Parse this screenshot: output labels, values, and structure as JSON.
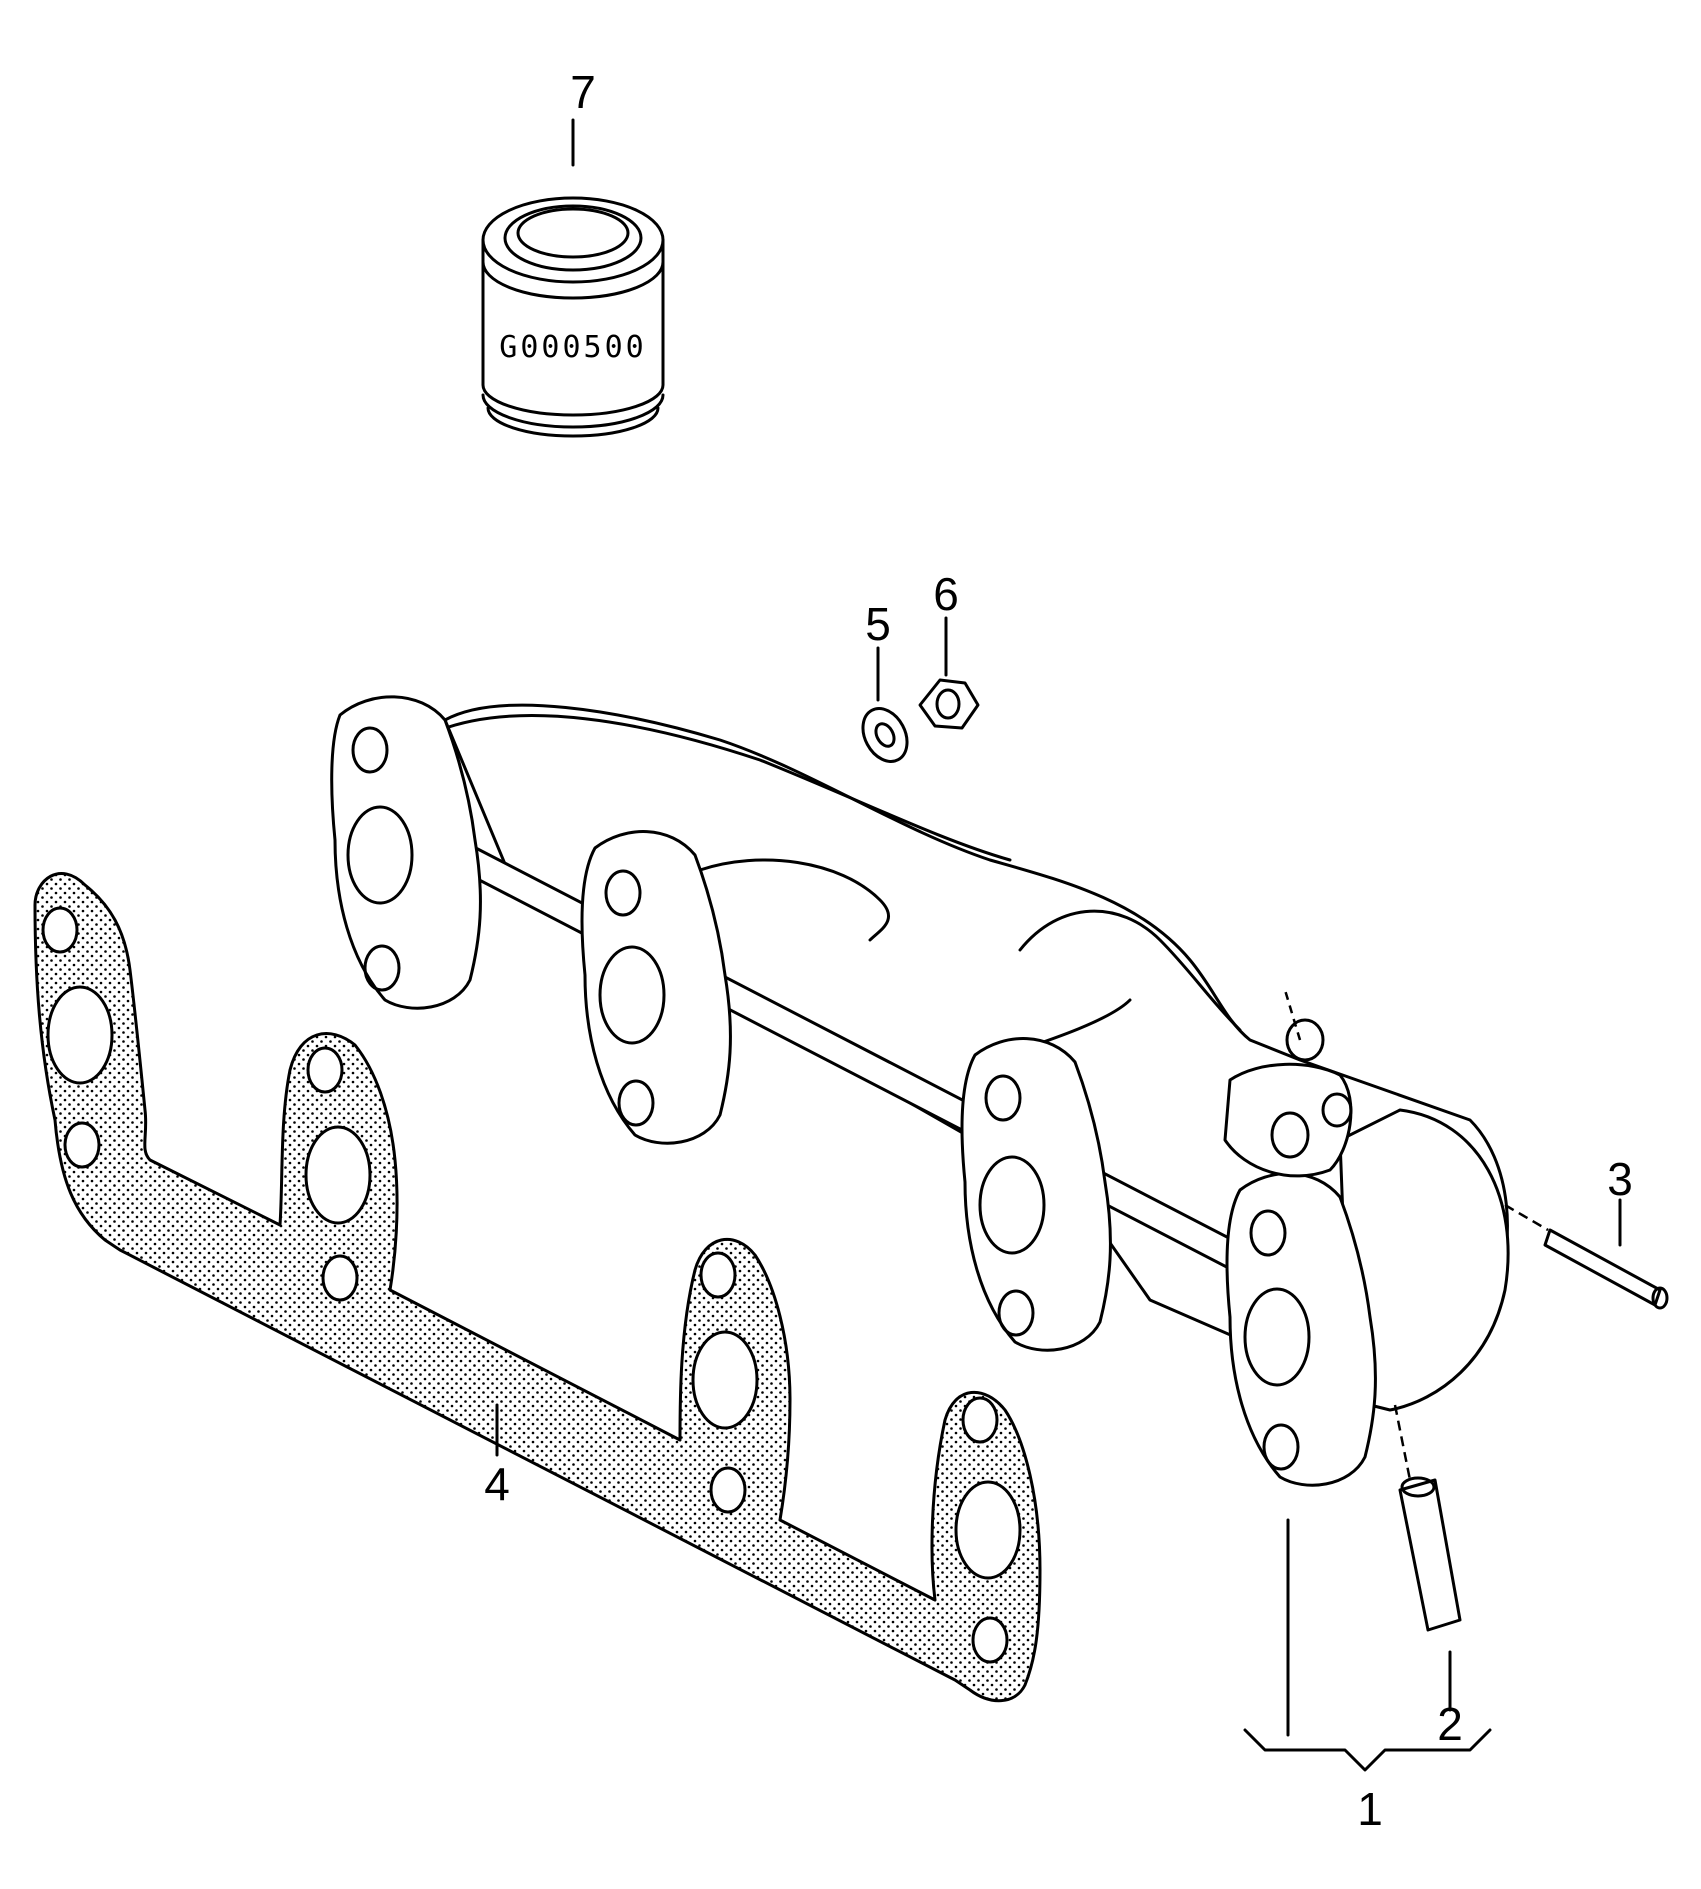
{
  "diagram": {
    "callouts": [
      {
        "id": "1",
        "label": "1"
      },
      {
        "id": "2",
        "label": "2"
      },
      {
        "id": "3",
        "label": "3"
      },
      {
        "id": "4",
        "label": "4"
      },
      {
        "id": "5",
        "label": "5"
      },
      {
        "id": "6",
        "label": "6"
      },
      {
        "id": "7",
        "label": "7"
      }
    ],
    "part_marking": "G000500"
  }
}
